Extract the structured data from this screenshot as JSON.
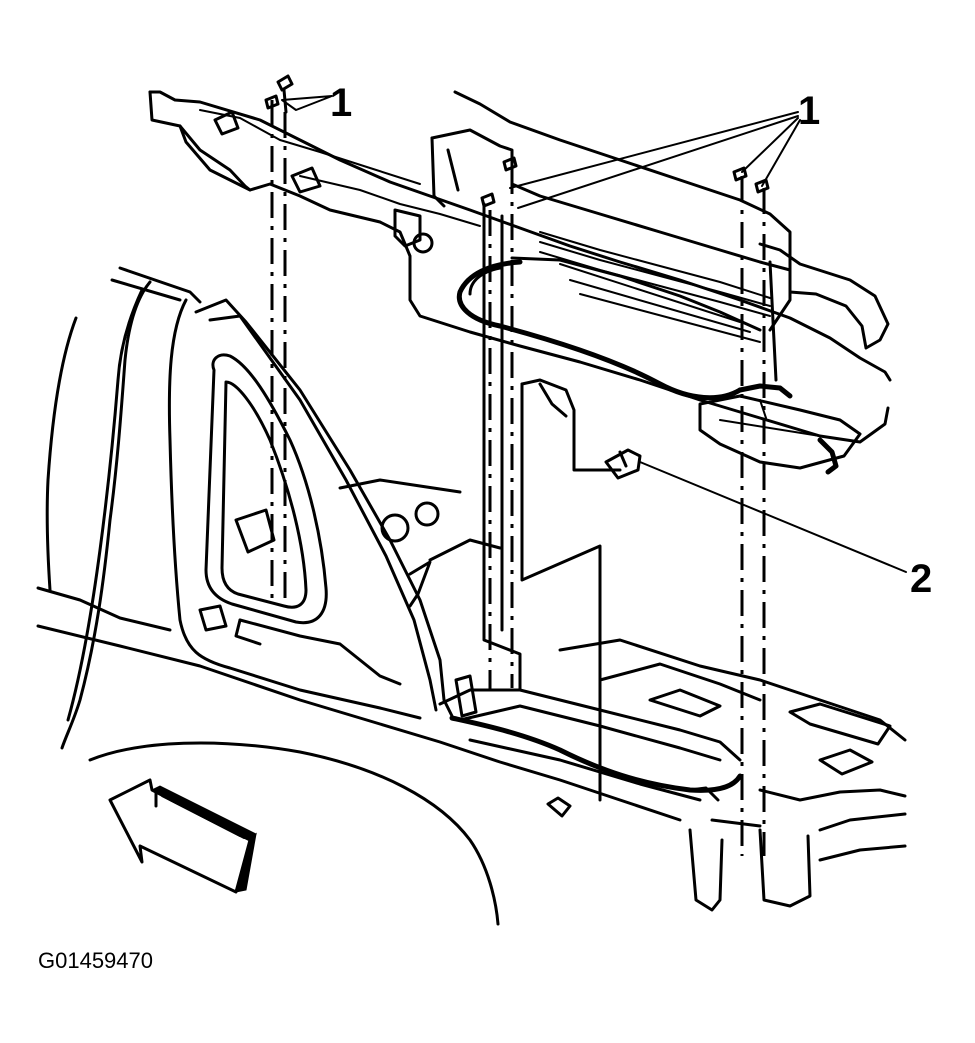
{
  "callouts": {
    "label_1_left": "1",
    "label_1_right": "1",
    "label_2": "2"
  },
  "figure_id": "G01459470",
  "colors": {
    "ink": "#000000",
    "paper": "#ffffff"
  }
}
